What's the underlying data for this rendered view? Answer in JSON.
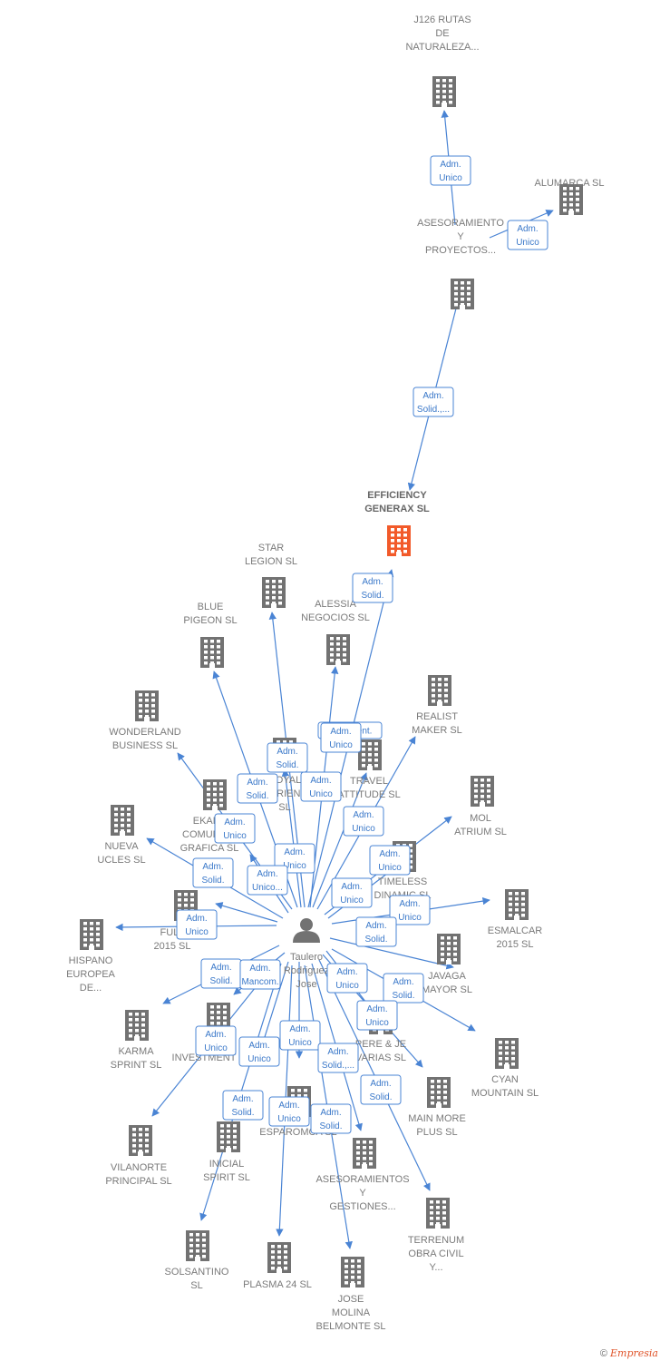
{
  "colors": {
    "building": "#727272",
    "focus_building": "#f25a2a",
    "edge": "#4a84d4",
    "badge_text": "#3a78c9",
    "label": "#7a7a7a"
  },
  "person": {
    "icon": "person-icon",
    "label_lines": [
      "Taulero",
      "Rodriguez",
      "Jose"
    ]
  },
  "nodes": [
    {
      "id": "j126",
      "label_lines": [
        "J126 RUTAS",
        "DE",
        "NATURALEZA..."
      ],
      "icon": "building-icon"
    },
    {
      "id": "alumarca",
      "label_lines": [
        "ALUMARCA SL"
      ],
      "icon": "building-icon"
    },
    {
      "id": "asesoramiento_proy",
      "label_lines": [
        "ASESORAMIENTO",
        "Y",
        "PROYECTOS..."
      ],
      "icon": "building-icon"
    },
    {
      "id": "efficiency",
      "label_lines": [
        "EFFICIENCY",
        "GENERAX SL"
      ],
      "icon": "building-icon",
      "focus": true
    },
    {
      "id": "star_legion",
      "label_lines": [
        "STAR",
        "LEGION SL"
      ],
      "icon": "building-icon"
    },
    {
      "id": "alessia",
      "label_lines": [
        "ALESSIA",
        "NEGOCIOS SL"
      ],
      "icon": "building-icon"
    },
    {
      "id": "blue_pigeon",
      "label_lines": [
        "BLUE",
        "PIGEON SL"
      ],
      "icon": "building-icon"
    },
    {
      "id": "realist",
      "label_lines": [
        "REALIST",
        "MAKER SL"
      ],
      "icon": "building-icon"
    },
    {
      "id": "wonderland",
      "label_lines": [
        "WONDERLAND",
        "BUSINESS SL"
      ],
      "icon": "building-icon"
    },
    {
      "id": "royal",
      "label_lines": [
        "ROYAL",
        "ORIEN",
        "SL"
      ],
      "icon": "building-icon"
    },
    {
      "id": "travel",
      "label_lines": [
        "TRAVEL",
        "ATTITUDE SL"
      ],
      "icon": "building-icon"
    },
    {
      "id": "mol_atrium",
      "label_lines": [
        "MOL",
        "ATRIUM SL"
      ],
      "icon": "building-icon"
    },
    {
      "id": "ekart",
      "label_lines": [
        "EKART",
        "COMUNICA",
        "GRAFICA SL"
      ],
      "icon": "building-icon"
    },
    {
      "id": "nueva_ucles",
      "label_lines": [
        "NUEVA",
        "UCLES SL"
      ],
      "icon": "building-icon"
    },
    {
      "id": "timeless",
      "label_lines": [
        "TIMELESS",
        "DINAMIC SL"
      ],
      "icon": "building-icon"
    },
    {
      "id": "esmalcar",
      "label_lines": [
        "ESMALCAR",
        "2015 SL"
      ],
      "icon": "building-icon"
    },
    {
      "id": "full",
      "label_lines": [
        "FULL",
        "2015 SL"
      ],
      "icon": "building-icon"
    },
    {
      "id": "hispano",
      "label_lines": [
        "HISPANO",
        "EUROPEA",
        "DE..."
      ],
      "icon": "building-icon"
    },
    {
      "id": "javaga",
      "label_lines": [
        "JAVAGA",
        "MAYOR SL"
      ],
      "icon": "building-icon"
    },
    {
      "id": "karma",
      "label_lines": [
        "KARMA",
        "SPRINT SL"
      ],
      "icon": "building-icon"
    },
    {
      "id": "t_invest",
      "label_lines": [
        "T",
        "INVESTMENT"
      ],
      "icon": "building-icon"
    },
    {
      "id": "pere_je",
      "label_lines": [
        "PERE & JE",
        "VARIAS SL"
      ],
      "icon": "building-icon"
    },
    {
      "id": "cyan",
      "label_lines": [
        "CYAN",
        "MOUNTAIN SL"
      ],
      "icon": "building-icon"
    },
    {
      "id": "main_more",
      "label_lines": [
        "MAIN MORE",
        "PLUS SL"
      ],
      "icon": "building-icon"
    },
    {
      "id": "esparomca",
      "label_lines": [
        "ESPAROMCA SL"
      ],
      "icon": "building-icon"
    },
    {
      "id": "vilanorte",
      "label_lines": [
        "VILANORTE",
        "PRINCIPAL SL"
      ],
      "icon": "building-icon"
    },
    {
      "id": "inicial",
      "label_lines": [
        "INICIAL",
        "SPIRIT SL"
      ],
      "icon": "building-icon"
    },
    {
      "id": "asesoramiento_gest",
      "label_lines": [
        "ASESORAMIENTOS",
        "Y",
        "GESTIONES..."
      ],
      "icon": "building-icon"
    },
    {
      "id": "terrenum",
      "label_lines": [
        "TERRENUM",
        "OBRA CIVIL",
        "Y..."
      ],
      "icon": "building-icon"
    },
    {
      "id": "solsantino",
      "label_lines": [
        "SOLSANTINO",
        "SL"
      ],
      "icon": "building-icon"
    },
    {
      "id": "plasma",
      "label_lines": [
        "PLASMA 24 SL"
      ],
      "icon": "building-icon"
    },
    {
      "id": "jose_molina",
      "label_lines": [
        "JOSE",
        "MOLINA",
        "BELMONTE SL"
      ],
      "icon": "building-icon"
    }
  ],
  "edges": [
    {
      "from": "asesoramiento_proy",
      "to": "j126",
      "badge_lines": [
        "Adm.",
        "Unico"
      ]
    },
    {
      "from": "asesoramiento_proy",
      "to": "alumarca",
      "badge_lines": [
        "Adm.",
        "Unico"
      ]
    },
    {
      "from": "asesoramiento_proy",
      "to": "efficiency",
      "badge_lines": [
        "Adm.",
        "Solid.,..."
      ]
    },
    {
      "from": "person",
      "to": "efficiency",
      "badge_lines": [
        "Adm.",
        "Solid."
      ]
    },
    {
      "from": "person",
      "to": "alessia",
      "badge_lines": [
        "Represent."
      ]
    },
    {
      "from": "person",
      "to": "star_legion",
      "badge_lines": [
        "Adm.",
        "Solid."
      ]
    },
    {
      "from": "person",
      "to": "blue_pigeon",
      "badge_lines": [
        "Adm.",
        "Solid."
      ]
    },
    {
      "from": "person",
      "to": "royal",
      "badge_lines": [
        "Adm.",
        "Unico"
      ]
    },
    {
      "from": "person",
      "to": "wonderland",
      "badge_lines": [
        "Adm.",
        "Unico"
      ]
    },
    {
      "from": "person",
      "to": "travel",
      "badge_lines": [
        "Adm.",
        "Unico"
      ]
    },
    {
      "from": "person",
      "to": "realist",
      "badge_lines": [
        "Adm.",
        "Unico"
      ]
    },
    {
      "from": "person",
      "to": "mol_atrium",
      "badge_lines": [
        "Adm.",
        "Unico"
      ]
    },
    {
      "from": "person",
      "to": "ekart",
      "badge_lines": [
        "Adm.",
        "Unico"
      ]
    },
    {
      "from": "person",
      "to": "nueva_ucles",
      "badge_lines": [
        "Adm.",
        "Solid."
      ]
    },
    {
      "from": "person",
      "to": "timeless",
      "badge_lines": [
        "Adm.",
        "Unico"
      ]
    },
    {
      "from": "person",
      "to": "full",
      "badge_lines": [
        "Adm.",
        "Unico..."
      ]
    },
    {
      "from": "person",
      "to": "esmalcar",
      "badge_lines": [
        "Adm.",
        "Unico"
      ]
    },
    {
      "from": "person",
      "to": "hispano",
      "badge_lines": [
        "Adm.",
        "Unico"
      ]
    },
    {
      "from": "person",
      "to": "javaga",
      "badge_lines": [
        "Adm.",
        "Solid."
      ]
    },
    {
      "from": "person",
      "to": "karma",
      "badge_lines": [
        "Adm.",
        "Solid."
      ]
    },
    {
      "from": "person",
      "to": "t_invest",
      "badge_lines": [
        "Adm.",
        "Mancom."
      ]
    },
    {
      "from": "person",
      "to": "pere_je",
      "badge_lines": [
        "Adm.",
        "Unico"
      ]
    },
    {
      "from": "person",
      "to": "cyan",
      "badge_lines": [
        "Adm.",
        "Solid."
      ]
    },
    {
      "from": "person",
      "to": "main_more",
      "badge_lines": [
        "Adm.",
        "Unico"
      ]
    },
    {
      "from": "person",
      "to": "vilanorte",
      "badge_lines": [
        "Adm.",
        "Unico"
      ]
    },
    {
      "from": "person",
      "to": "esparomca",
      "badge_lines": [
        "Adm.",
        "Unico"
      ]
    },
    {
      "from": "person",
      "to": "inicial",
      "badge_lines": [
        "Adm.",
        "Unico"
      ]
    },
    {
      "from": "person",
      "to": "asesoramiento_gest",
      "badge_lines": [
        "Adm.",
        "Solid.,..."
      ]
    },
    {
      "from": "person",
      "to": "terrenum",
      "badge_lines": [
        "Adm.",
        "Solid."
      ]
    },
    {
      "from": "person",
      "to": "solsantino",
      "badge_lines": [
        "Adm.",
        "Solid."
      ]
    },
    {
      "from": "person",
      "to": "plasma",
      "badge_lines": [
        "Adm.",
        "Unico"
      ]
    },
    {
      "from": "person",
      "to": "jose_molina",
      "badge_lines": [
        "Adm.",
        "Solid."
      ]
    }
  ],
  "footer": {
    "copyright": "©",
    "brand": "Empresia"
  }
}
